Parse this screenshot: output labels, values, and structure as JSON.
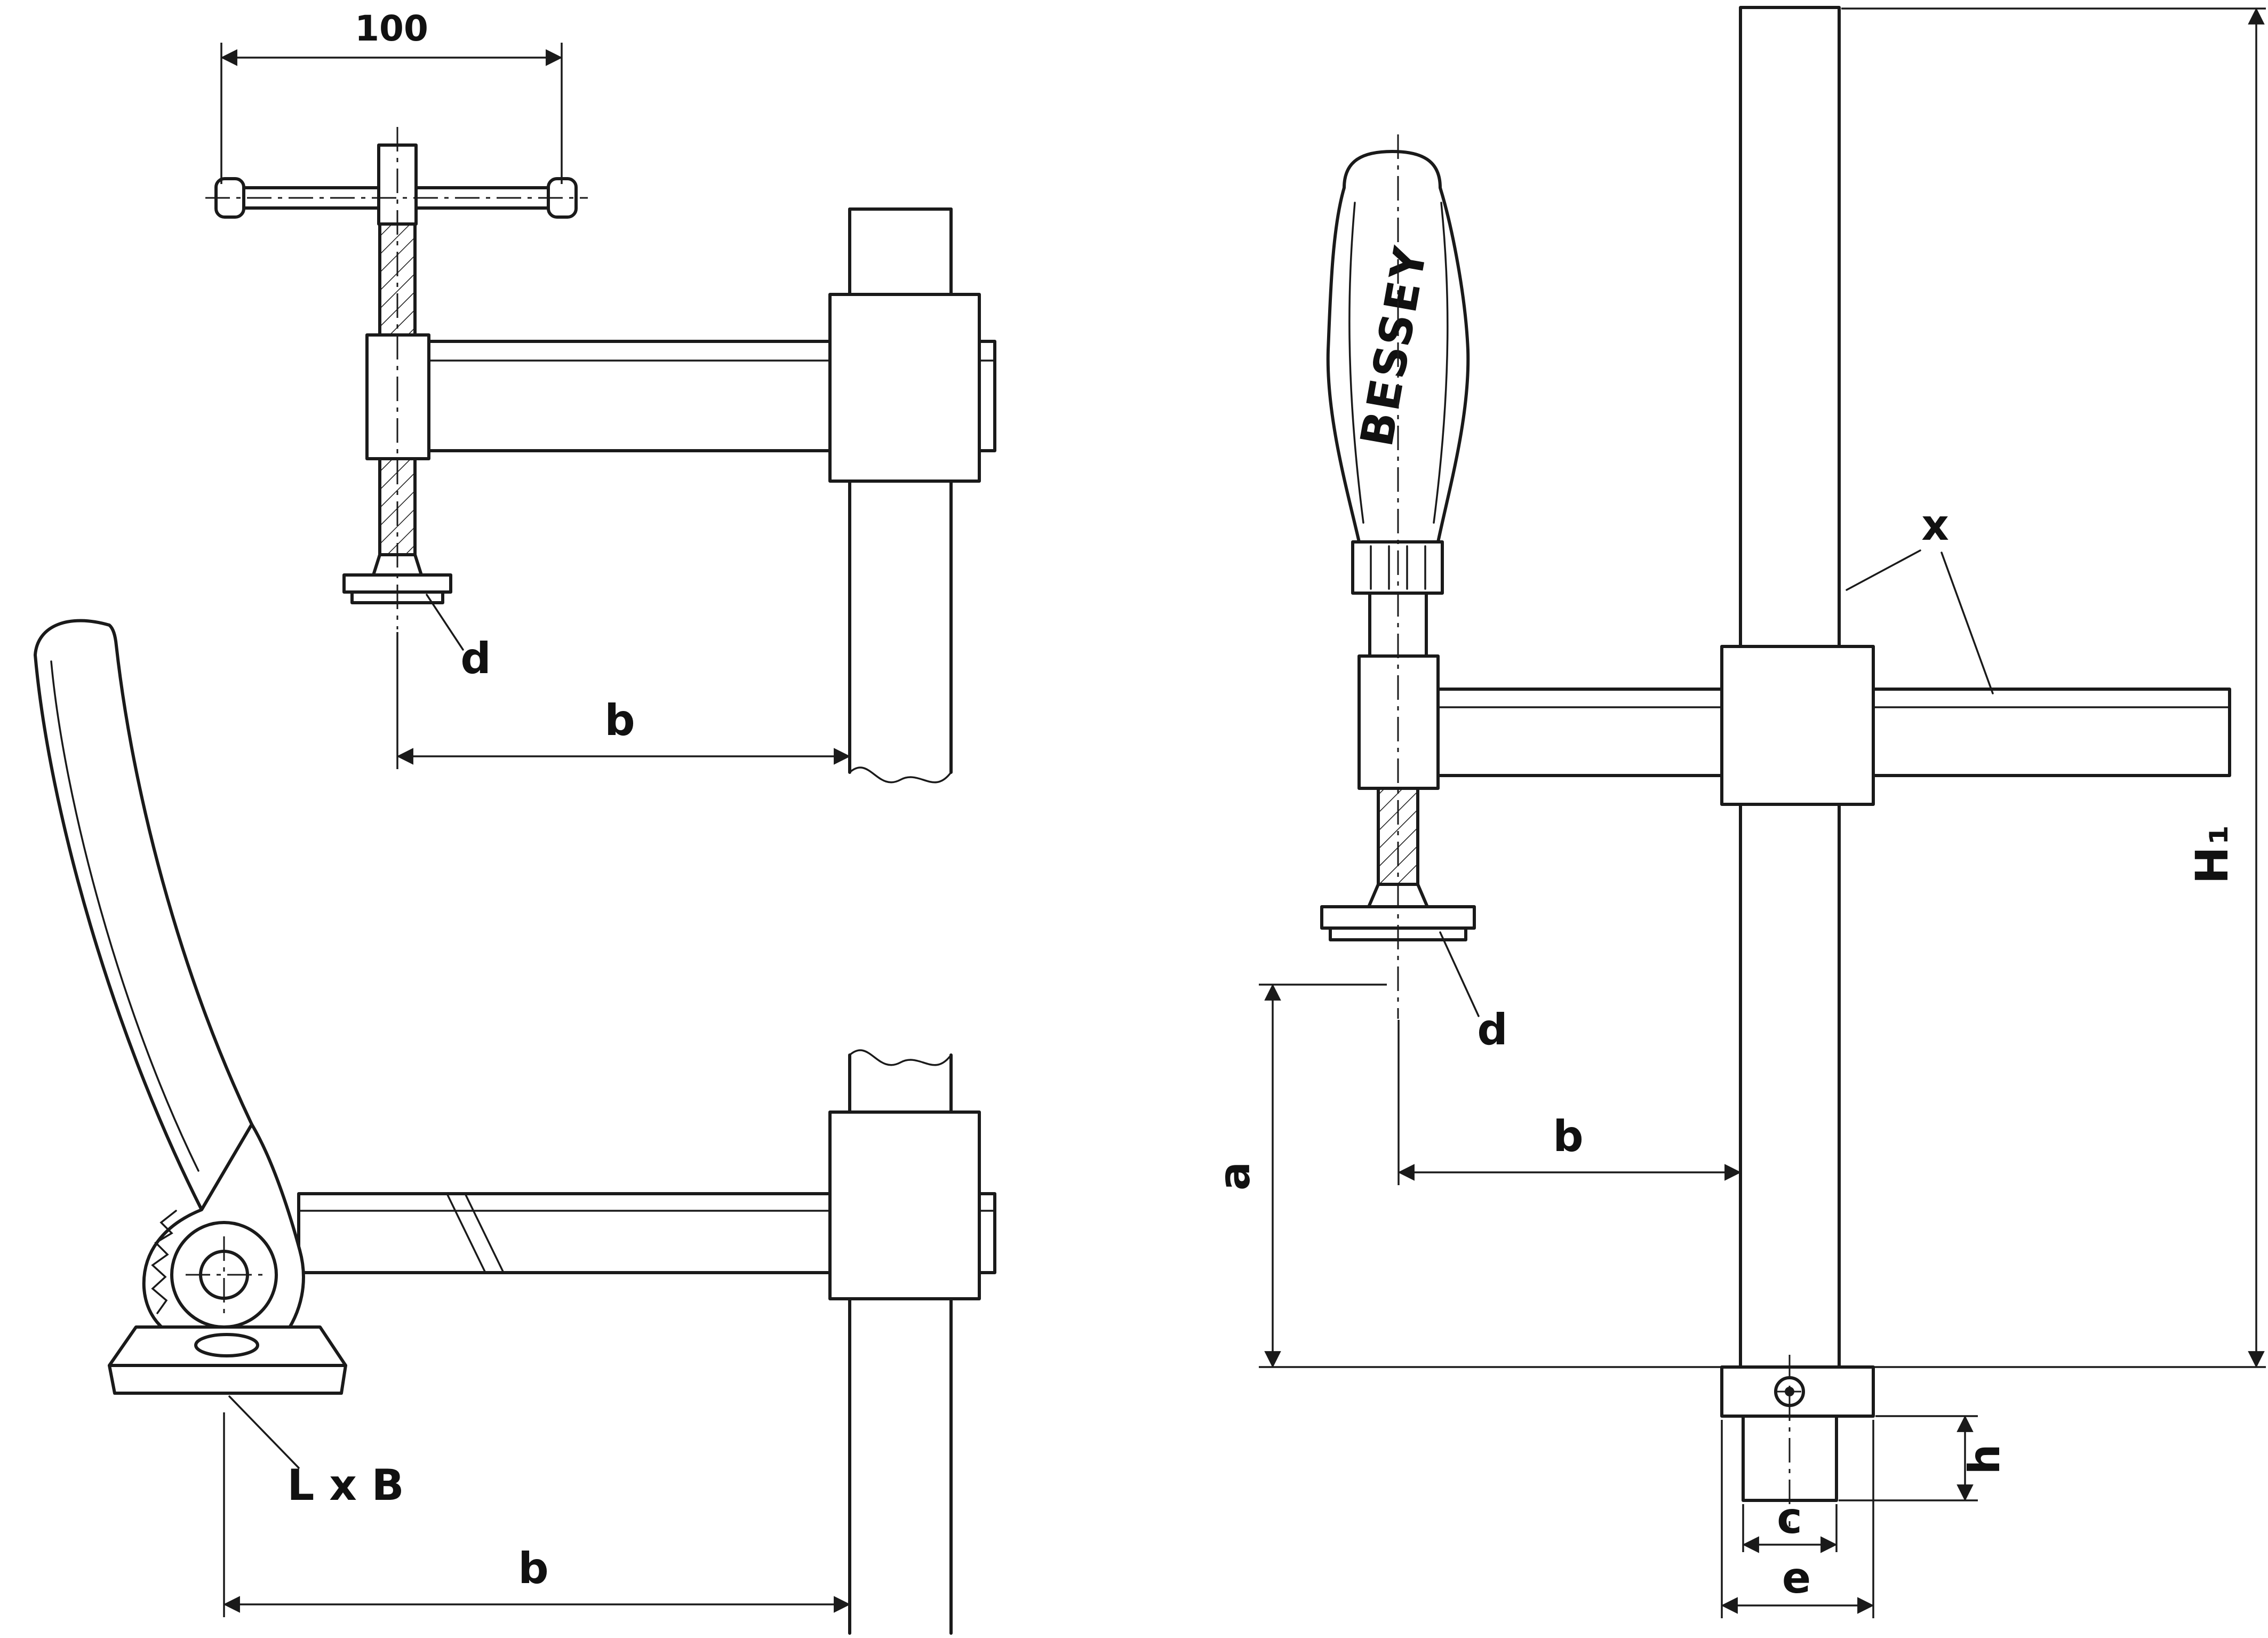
{
  "drawing": {
    "brand": "BESSEY",
    "colors": {
      "line": "#1a1a1a",
      "background": "#ffffff"
    },
    "figures": {
      "t_handle_view": {
        "dim_spindle_travel": "100",
        "label_pad": "d",
        "label_throat": "b"
      },
      "lever_view": {
        "label_pad_size": "L x B",
        "label_throat": "b"
      },
      "full_view": {
        "label_profile": "x",
        "label_rail_height": "H₁",
        "label_clamp_height": "a",
        "label_throat": "b",
        "label_pad": "d",
        "label_rail_width": "c",
        "label_flange_width": "e",
        "label_foot_height": "h"
      }
    }
  }
}
